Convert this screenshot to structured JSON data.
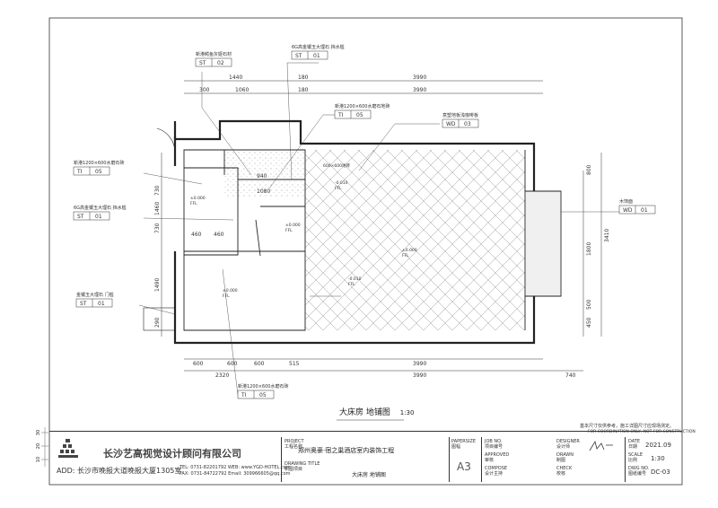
{
  "drawing": {
    "title": "大床房 地铺图",
    "scale": "1:30"
  },
  "dimensions": {
    "top_row1": [
      "1440",
      "180",
      "3990"
    ],
    "top_row2": [
      "300",
      "1060",
      "180",
      "3990"
    ],
    "bottom_row1": [
      "600",
      "600",
      "600",
      "515",
      "3990"
    ],
    "bottom_row2": [
      "2320",
      "3990",
      "740"
    ],
    "left": [
      "730",
      "1460",
      "730",
      "1490",
      "290"
    ],
    "right": [
      "800",
      "3410",
      "1800",
      "500",
      "450"
    ],
    "inner": [
      "460",
      "460",
      "1080",
      "940"
    ]
  },
  "labels": {
    "st02": {
      "desc": "新港鳄鱼灰姬石材",
      "tag": "ST",
      "code": "02"
    },
    "st01_top": {
      "desc": "6G高金镶玉大理石 挡水槛",
      "tag": "ST",
      "code": "01"
    },
    "ti05_top": {
      "desc": "新港1200×600水磨石地砖",
      "tag": "TI",
      "code": "05"
    },
    "wd03": {
      "desc": "意塑地板浅咖啡板",
      "tag": "WD",
      "code": "03"
    },
    "ti05_left": {
      "desc": "新港1200×600水磨石砖",
      "tag": "TI",
      "code": "05"
    },
    "st01_left": {
      "desc": "6G高金镶玉大理石 挡水槛",
      "tag": "ST",
      "code": "01"
    },
    "st01_door": {
      "desc": "金镶玉大理石 门槛",
      "tag": "ST",
      "code": "01"
    },
    "wd01": {
      "desc": "木饰面",
      "tag": "WD",
      "code": "01"
    },
    "ti05_bottom": {
      "desc": "新港1200×600水磨石砖",
      "tag": "TI",
      "code": "05"
    }
  },
  "room_notes": [
    "±0.000",
    "FFL",
    "±0.000",
    "FFL",
    "±0.000",
    "FFL",
    "-0.010",
    "FFL",
    "±0.000",
    "FFL",
    "-0.010",
    "FFL",
    "600×600地砖"
  ],
  "title_block": {
    "company_cn": "长沙艺高视觉设计顾问有限公司",
    "address": "ADD: 长沙市晚报大道晚报大厦1305室",
    "tel": "TEL: 0731-82201792  WEB: www.YGD-HOTEL.com",
    "fax": "FAX: 0731-84722792  Email: 309966605@qq.com",
    "project_label_en": "PROJECT",
    "project_label_cn": "工程名称",
    "project_name": "郑州奥豪·宿之巢酒店室内装饰工程",
    "drawing_title_en": "DRAWING TITLE",
    "drawing_title_cn": "制图项目",
    "drawing_title_val": "大床房  地铺图",
    "paper_en": "PAPERSIZE",
    "paper_cn": "图幅",
    "paper_val": "A3",
    "job_en": "JOB NO.",
    "job_cn": "项目编号",
    "approved_en": "APPROVED",
    "approved_cn": "审核",
    "compose_en": "COMPOSE",
    "compose_cn": "设计主持",
    "designer_en": "DESIGNER",
    "designer_cn": "设计师",
    "drawn_en": "DRAWN",
    "drawn_cn": "制图",
    "check_en": "CHECK",
    "check_cn": "校核",
    "date_en": "DATE",
    "date_cn": "日期",
    "date_val": "2021.09",
    "scale_en": "SCALE",
    "scale_cn": "比例",
    "scale_val": "1:30",
    "dwg_en": "DWG NO.",
    "dwg_cn": "图纸编号",
    "dwg_val": "DC-03",
    "note1": "基本尺寸仅供参考，施工详图尺寸应现场测定。",
    "note2": "FOR COORDINATION ONLY, NOT FOR CONSTRUCTION"
  },
  "side_scale": [
    "30",
    "20",
    "10"
  ]
}
